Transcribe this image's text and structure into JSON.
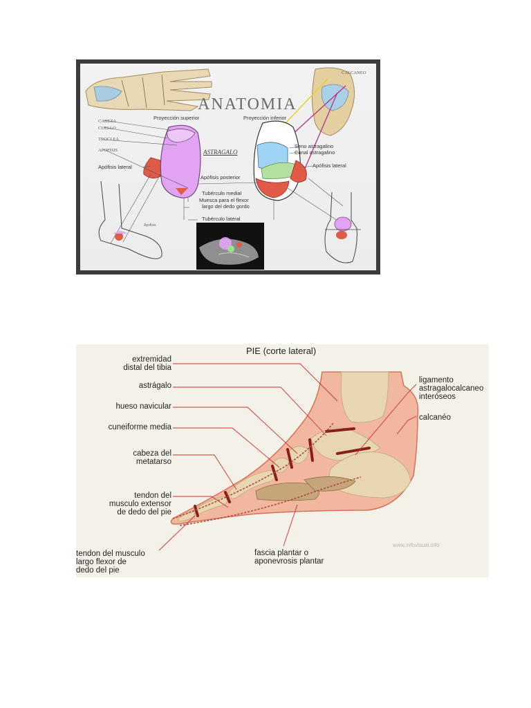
{
  "slide": {
    "title": "ANATOMIA",
    "labels": {
      "cabeza": "CABEZA",
      "cuello": "CUELLO",
      "troclea": "TROCLEA",
      "apofisis": "APOFISIS",
      "apofisis_lateral_left": "Apófisis lateral",
      "proyeccion_superior": "Proyección superior",
      "proyeccion_inferior": "Proyección inferior",
      "astragalo": "ASTRAGALO",
      "apofisis_posterior": "Apófisis posterior",
      "seno_astragalino": "Seno astragalino",
      "canal_astragalino": "Canal astragalino",
      "apofisis_lateral_right": "Apófisis lateral",
      "tuberculo_medial": "Tubérculo medial",
      "muesca_flexor_1": "Muesca para el flexor",
      "muesca_flexor_2": "largo del dedo gordo",
      "tuberculo_lateral": "Tubérculo lateral",
      "calcaneo": "CALCANEO",
      "apofisis_small": "Apofisis"
    },
    "colors": {
      "pink": "#e2a4f2",
      "blue": "#9fd4f5",
      "red": "#e05a48",
      "green": "#b5e0a0",
      "bone": "#e6d2a6"
    }
  },
  "pie": {
    "title": "PIE (corte lateral)",
    "labels": {
      "extremidad_1": "extremidad",
      "extremidad_2": "distal del tibia",
      "astragalo": "astrágalo",
      "hueso_navicular": "hueso navicular",
      "cuneiforme_media": "cuneiforme media",
      "cabeza_1": "cabeza del",
      "cabeza_2": "metatarso",
      "tendon_ext_1": "tendon del",
      "tendon_ext_2": "musculo extensor",
      "tendon_ext_3": "de dedo del pie",
      "tendon_flex_1": "tendon del musculo",
      "tendon_flex_2": "largo flexor de",
      "tendon_flex_3": "dedo del pie",
      "ligamento_1": "ligamento",
      "ligamento_2": "astragalocalcaneo",
      "ligamento_3": "interóseos",
      "calcaneo": "calcanéo",
      "fascia_1": "fascia plantar o",
      "fascia_2": "aponevrosis plantar",
      "watermark": "www.infovisual.info"
    },
    "colors": {
      "skin": "#f1b79f",
      "skin_edge": "#d8705a",
      "bone": "#e8d6b1",
      "bone_dark": "#c9ad7f",
      "joint": "#8a1e1a",
      "leader": "#c8332b"
    }
  }
}
